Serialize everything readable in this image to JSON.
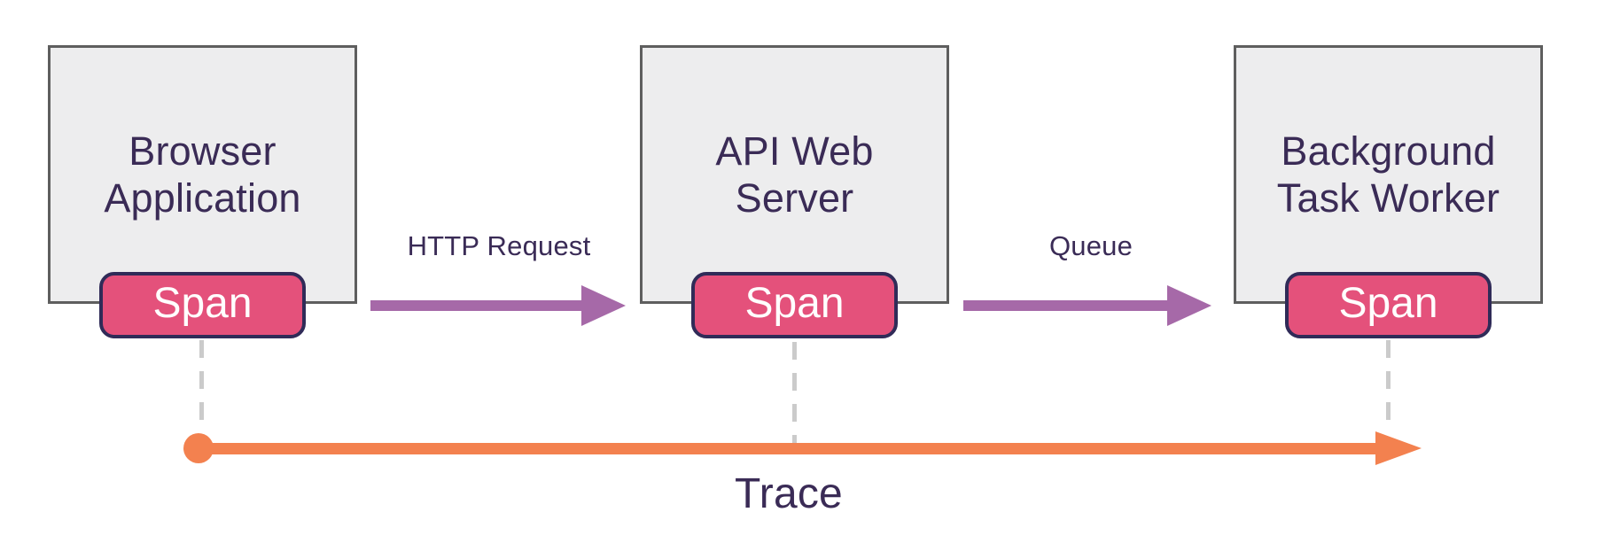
{
  "diagram": {
    "nodes": [
      {
        "name": "Browser Application",
        "lines": [
          "Browser",
          "Application"
        ],
        "span_label": "Span"
      },
      {
        "name": "API Web Server",
        "lines": [
          "API Web",
          "Server"
        ],
        "span_label": "Span"
      },
      {
        "name": "Background Task Worker",
        "lines": [
          "Background",
          "Task Worker"
        ],
        "span_label": "Span"
      }
    ],
    "edges": [
      {
        "from": "Browser Application",
        "to": "API Web Server",
        "label": "HTTP Request"
      },
      {
        "from": "API Web Server",
        "to": "Background Task Worker",
        "label": "Queue"
      }
    ],
    "trace": {
      "label": "Trace"
    },
    "colors": {
      "background": "#ffffff",
      "node_fill": "#ededee",
      "node_border": "#5e5e5e",
      "text": "#3a2b56",
      "span_fill": "#e4517b",
      "span_border": "#302b58",
      "span_text": "#ffffff",
      "edge_arrow": "#a669a8",
      "trace_line": "#f3814f",
      "connector_dash": "#cbcbcb"
    }
  }
}
